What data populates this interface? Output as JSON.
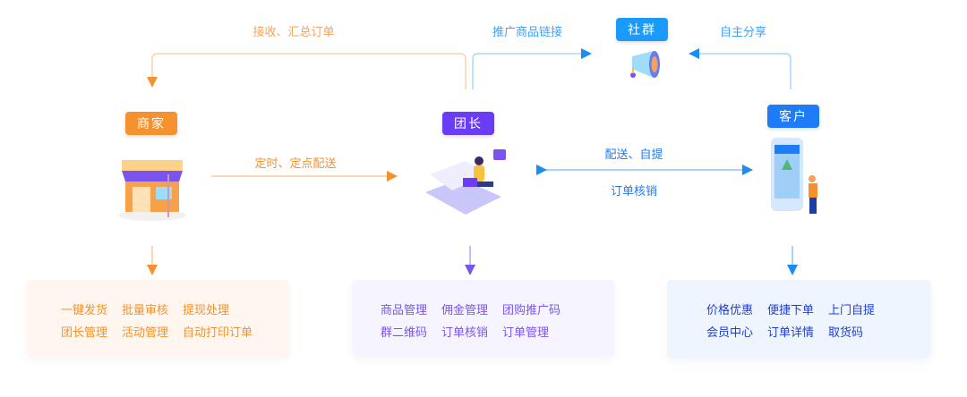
{
  "top_labels": {
    "receive": "接收、汇总订单",
    "promote": "推广商品链接",
    "share": "自主分享"
  },
  "community": {
    "label": "社群",
    "icon": "megaphone-icon"
  },
  "roles": {
    "merchant": "商家",
    "leader": "团长",
    "customer": "客户"
  },
  "flows": {
    "delivery": "定时、定点配送",
    "pickup": "配送、自提",
    "verify": "订单核销"
  },
  "merchant_features": [
    [
      "一键发货",
      "批量审核",
      "提现处理"
    ],
    [
      "团长管理",
      "活动管理",
      "自动打印订单"
    ]
  ],
  "leader_features": [
    [
      "商品管理",
      "佣金管理",
      "团购推广码"
    ],
    [
      "群二维码",
      "订单核销",
      "订单管理"
    ]
  ],
  "customer_features": [
    [
      "价格优惠",
      "便捷下单",
      "上门自提"
    ],
    [
      "会员中心",
      "订单详情",
      "取货码"
    ]
  ],
  "colors": {
    "orange": "#f5922e",
    "purple": "#6a3cf5",
    "blue": "#1e7cf7",
    "sky": "#1a9bfc"
  }
}
